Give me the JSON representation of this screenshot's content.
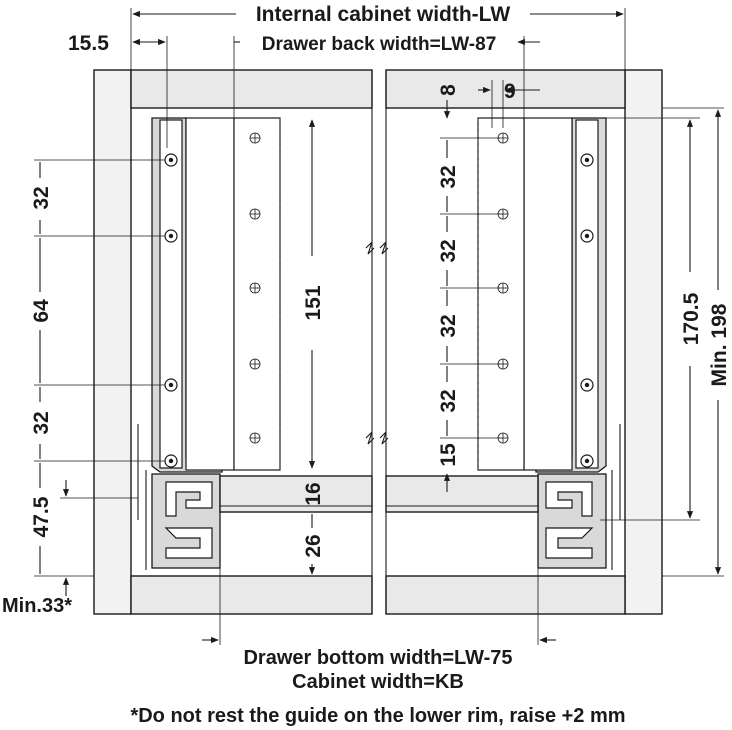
{
  "labels": {
    "internal_width": "Internal cabinet width-LW",
    "back_width": "Drawer back width=LW-87",
    "bottom_width": "Drawer bottom width=LW-75",
    "cabinet_width": "Cabinet width=KB",
    "footnote": "*Do not rest the guide on the lower rim, raise +2 mm"
  },
  "dimensions": {
    "d15_5": "15.5",
    "d32_a": "32",
    "d64": "64",
    "d32_b": "32",
    "d47_5": "47.5",
    "min33": "Min.33*",
    "d151": "151",
    "d16": "16",
    "d26": "26",
    "d8": "8",
    "d9": "9",
    "r32_1": "32",
    "r32_2": "32",
    "r32_3": "32",
    "r32_4": "32",
    "r15": "15",
    "d170_5": "170.5",
    "min198": "Min. 198"
  }
}
